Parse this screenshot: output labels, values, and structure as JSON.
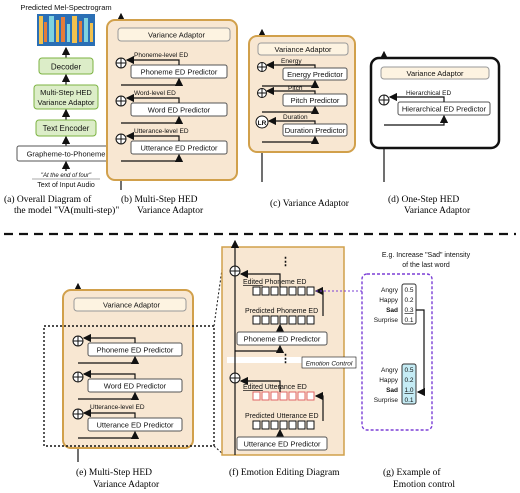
{
  "panel_a": {
    "spectrogram_title": "Predicted Mel-Spectrogram",
    "decoder": "Decoder",
    "variance_adaptor": [
      "Multi-Step HED",
      "Variance Adaptor"
    ],
    "text_encoder": "Text Encoder",
    "g2p": "Grapheme-to-Phoneme",
    "example_text": "\"At the end of four\"",
    "input_label": "Text of Input Audio",
    "caption": [
      "(a) Overall Diagram of",
      "the model \"VA(multi-step)\""
    ]
  },
  "panel_b": {
    "title": "Variance Adaptor",
    "phoneme_label": "Phoneme-level ED",
    "phoneme_predictor": "Phoneme ED Predictor",
    "word_label": "Word-level ED",
    "word_predictor": "Word ED Predictor",
    "utterance_label": "Utterance-level ED",
    "utterance_predictor": "Utterance ED Predictor",
    "caption": [
      "(b) Multi-Step HED",
      "Variance Adaptor"
    ]
  },
  "panel_c": {
    "title": "Variance Adaptor",
    "energy_label": "Energy",
    "energy_predictor": "Energy Predictor",
    "pitch_label": "Pitch",
    "pitch_predictor": "Pitch Predictor",
    "duration_label": "Duration",
    "duration_predictor": "Duration Predictor",
    "lr": "LR",
    "caption": "(c) Variance Adaptor"
  },
  "panel_d": {
    "title": "Variance Adaptor",
    "label": "Hierarchical ED",
    "predictor": "Hierarchical ED Predictor",
    "caption": [
      "(d) One-Step HED",
      "Variance Adaptor"
    ]
  },
  "panel_e": {
    "title": "Variance Adaptor",
    "phoneme_predictor": "Phoneme ED Predictor",
    "word_predictor": "Word ED Predictor",
    "utterance_label": "Utterance-level ED",
    "utterance_predictor": "Utterance ED Predictor",
    "caption": [
      "(e) Multi-Step HED",
      "Variance Adaptor"
    ]
  },
  "panel_f": {
    "dots": "⋮",
    "edited_word": "Edited",
    "edited_phoneme_rest": " Phoneme ED",
    "predicted_phoneme": "Predicted Phoneme ED",
    "phoneme_predictor": "Phoneme ED Predictor",
    "emotion_control": "Emotion Control",
    "edited_utterance_rest": " Utterance ED",
    "predicted_utterance": "Predicted Utterance ED",
    "utterance_predictor": "Utterance ED Predictor",
    "caption": "(f) Emotion Editing Diagram"
  },
  "panel_g": {
    "intro": [
      "E.g. Increase \"Sad\" intensity",
      "of the last word"
    ],
    "emotions": [
      "Angry",
      "Happy",
      "Sad",
      "Surprise"
    ],
    "before": [
      "0.5",
      "0.2",
      "0.3",
      "0.1"
    ],
    "after": [
      "0.5",
      "0.2",
      "1.0",
      "0.1"
    ],
    "caption": [
      "(g) Example of",
      "Emotion control"
    ]
  },
  "colors": {
    "panel_fill": "#f8e7d2",
    "panel_border": "#d1a04b",
    "green_fill": "#dcedc8",
    "green_border": "#7cb342",
    "title_fill": "#fdf3e1",
    "emotion_border": "#7b3fd6",
    "emotion_fill": "#c5ecf5",
    "cell_red": "#e06666"
  }
}
